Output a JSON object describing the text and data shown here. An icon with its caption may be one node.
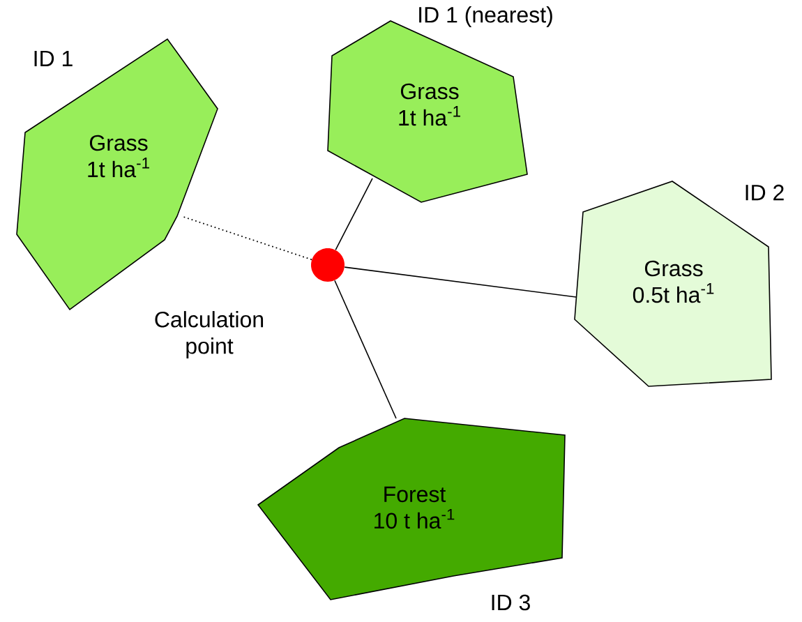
{
  "diagram": {
    "nodes": [
      {
        "text": [
          "Grass",
          "1t ha$^{-1}$"
        ],
        "beside": [
          "ID 1"
        ]
      },
      {
        "text": [
          "Grass",
          "1t ha$^{-1}$"
        ],
        "beside": [
          "ID 1 (nearest)"
        ]
      },
      {
        "text": [
          "Grass",
          "0.5t ha$^{-1}$"
        ],
        "beside": [
          "ID 2"
        ]
      },
      {
        "text": [
          "Forest",
          "10 t ha$^{-1}$"
        ],
        "beside": [
          "ID 3"
        ]
      },
      {
        "text": [],
        "shape": "circle"
      }
    ],
    "labels": [
      "Calculation point"
    ],
    "edges": [
      {
        "from": 4,
        "to": 0,
        "arrow": "none",
        "style": "dashed"
      },
      {
        "from": 4,
        "to": 1,
        "arrow": "none"
      },
      {
        "from": 4,
        "to": 2,
        "arrow": "none"
      },
      {
        "from": 4,
        "to": 3,
        "arrow": "none"
      }
    ]
  }
}
